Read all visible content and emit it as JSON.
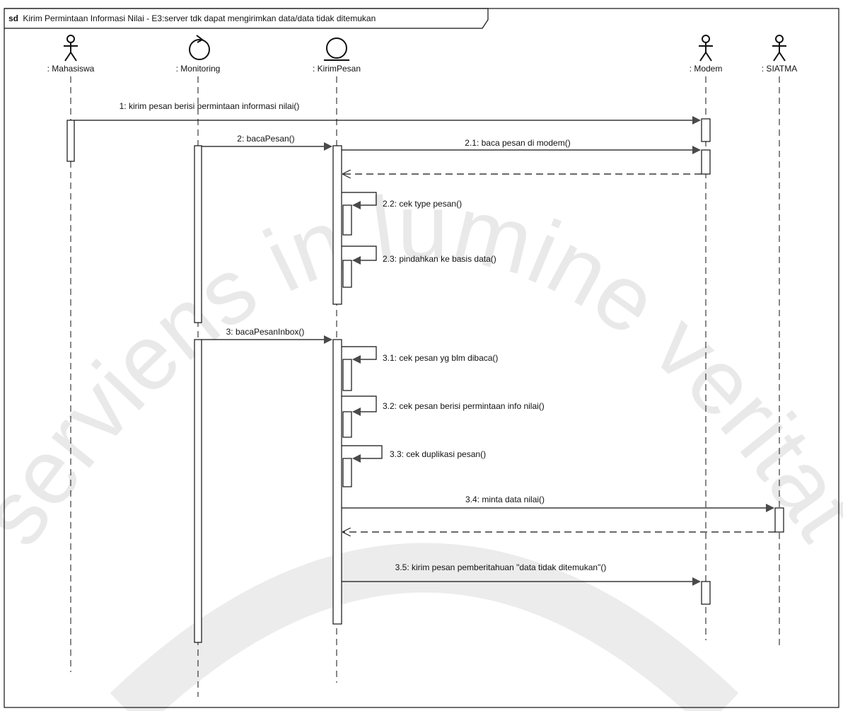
{
  "frame": {
    "keyword": "sd",
    "title": "Kirim Permintaan Informasi Nilai - E3:server tdk dapat mengirimkan data/data tidak ditemukan"
  },
  "watermark": {
    "text": "serviens in lumine veritatis",
    "color": "#e9e9e9"
  },
  "lifelines": [
    {
      "id": "mahasiswa",
      "label": ": Mahasiswa",
      "kind": "actor-icon"
    },
    {
      "id": "monitoring",
      "label": ": Monitoring",
      "kind": "control-icon"
    },
    {
      "id": "kirimpesan",
      "label": ": KirimPesan",
      "kind": "boundary-icon"
    },
    {
      "id": "modem",
      "label": ": Modem",
      "kind": "actor-icon"
    },
    {
      "id": "siatma",
      "label": ": SIATMA",
      "kind": "actor-icon"
    }
  ],
  "messages": [
    {
      "id": "m1",
      "label": "1: kirim pesan berisi permintaan informasi nilai()",
      "from": "mahasiswa",
      "to": "modem",
      "type": "sync"
    },
    {
      "id": "m2",
      "label": "2: bacaPesan()",
      "from": "monitoring",
      "to": "kirimpesan",
      "type": "sync"
    },
    {
      "id": "m21",
      "label": "2.1: baca pesan di modem()",
      "from": "kirimpesan",
      "to": "modem",
      "type": "sync"
    },
    {
      "id": "m21r",
      "label": "",
      "from": "modem",
      "to": "kirimpesan",
      "type": "return"
    },
    {
      "id": "m22",
      "label": "2.2: cek type pesan()",
      "from": "kirimpesan",
      "to": "kirimpesan",
      "type": "self"
    },
    {
      "id": "m23",
      "label": "2.3: pindahkan ke basis data()",
      "from": "kirimpesan",
      "to": "kirimpesan",
      "type": "self"
    },
    {
      "id": "m3",
      "label": "3: bacaPesanInbox()",
      "from": "monitoring",
      "to": "kirimpesan",
      "type": "sync"
    },
    {
      "id": "m31",
      "label": "3.1: cek pesan yg blm dibaca()",
      "from": "kirimpesan",
      "to": "kirimpesan",
      "type": "self"
    },
    {
      "id": "m32",
      "label": "3.2: cek pesan berisi permintaan info nilai()",
      "from": "kirimpesan",
      "to": "kirimpesan",
      "type": "self"
    },
    {
      "id": "m33",
      "label": "3.3: cek duplikasi pesan()",
      "from": "kirimpesan",
      "to": "kirimpesan",
      "type": "self"
    },
    {
      "id": "m34",
      "label": "3.4: minta data nilai()",
      "from": "kirimpesan",
      "to": "siatma",
      "type": "sync"
    },
    {
      "id": "m34r",
      "label": "",
      "from": "siatma",
      "to": "kirimpesan",
      "type": "return"
    },
    {
      "id": "m35",
      "label": "3.5: kirim pesan pemberitahuan \"data tidak ditemukan\"()",
      "from": "kirimpesan",
      "to": "modem",
      "type": "sync"
    }
  ]
}
